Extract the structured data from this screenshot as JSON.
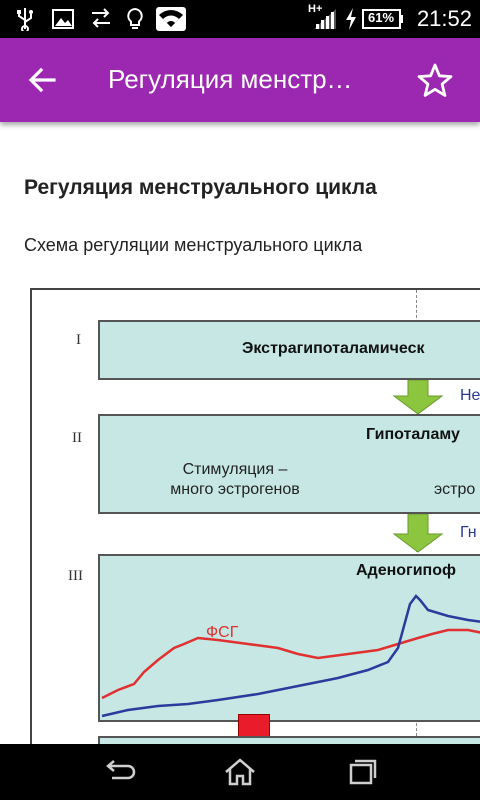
{
  "status_bar": {
    "time": "21:52",
    "battery": "61%",
    "network": "H+",
    "icons": [
      "usb-icon",
      "image-icon",
      "data-transfer-icon",
      "bulb-icon",
      "wifi-icon",
      "signal-icon",
      "charging-icon",
      "battery-icon"
    ]
  },
  "app_bar": {
    "title": "Регуляция менструального цикла",
    "back_icon": "arrow-left-icon",
    "favorite_icon": "star-outline-icon",
    "color": "#9c27b0"
  },
  "article": {
    "heading": "Регуляция менструального цикла",
    "subtitle": "Схема регуляции менструального цикла"
  },
  "diagram": {
    "levels": [
      {
        "numeral": "I",
        "title": "Экстрагипоталамическ"
      },
      {
        "numeral": "II",
        "title": "Гипоталаму",
        "left_text": "Стимуляция –\nмного эстрогенов",
        "right_text": "эстро"
      },
      {
        "numeral": "III",
        "title": "Аденогипоф"
      }
    ],
    "arrow_labels": [
      "Не",
      "Гн"
    ],
    "curve_label": "ФСГ",
    "colors": {
      "box": "#c6e7e3",
      "arrow": "#8cc63f",
      "red_curve": "#e03030",
      "blue_curve": "#2b3a9c",
      "red_block": "#e81c2a"
    }
  },
  "nav_bar": {
    "buttons": [
      "back-nav-icon",
      "home-icon",
      "recents-icon"
    ]
  }
}
